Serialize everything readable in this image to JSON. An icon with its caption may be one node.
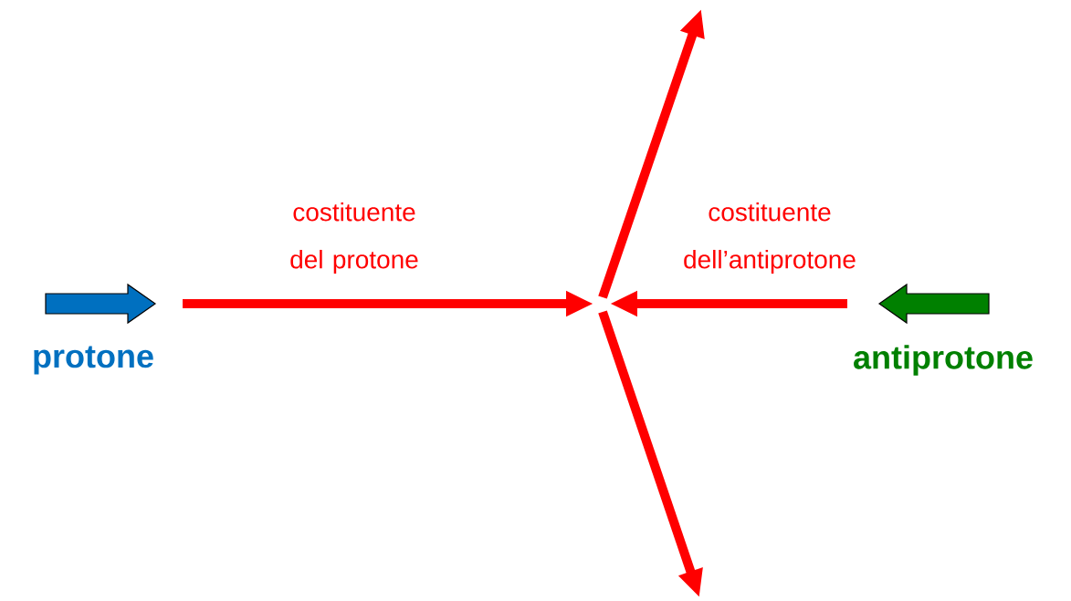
{
  "diagram": {
    "labels": [
      "costituente del protone",
      "costituente dell’antiprotone",
      "protone",
      "antiprotone"
    ]
  }
}
